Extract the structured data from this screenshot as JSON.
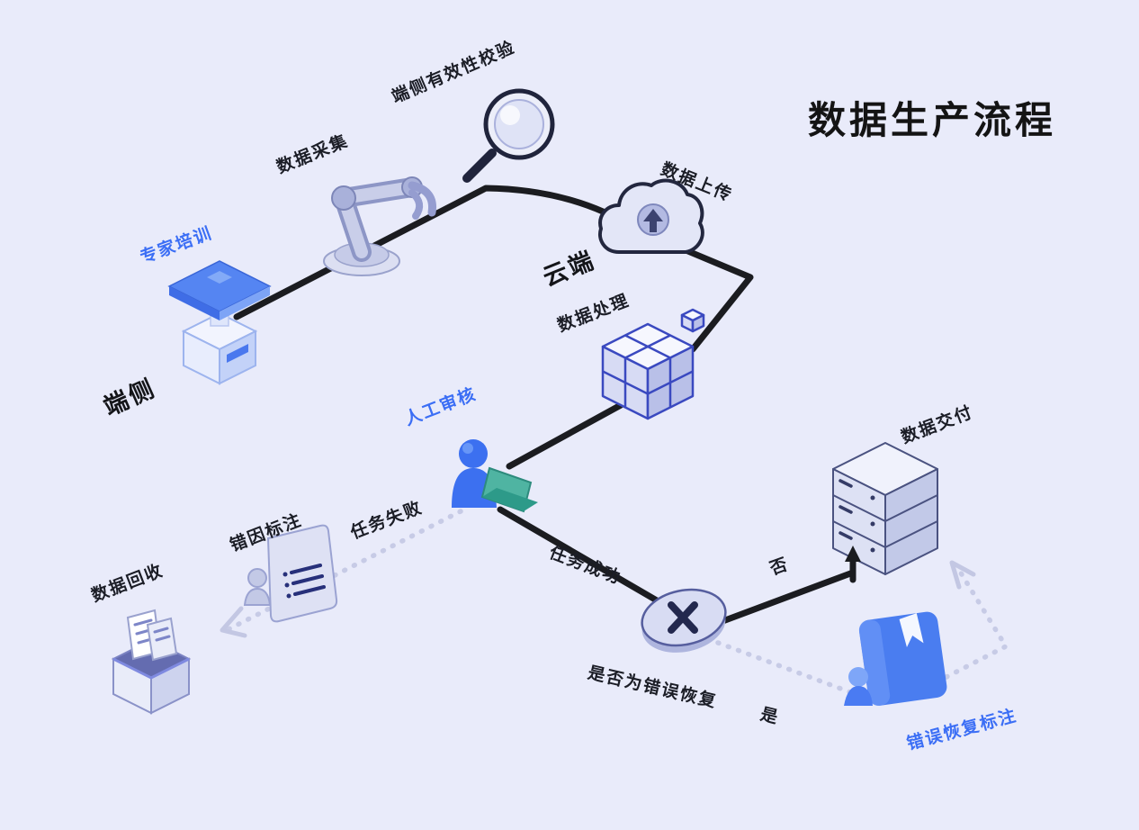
{
  "title": "数据生产流程",
  "labels": {
    "expert_training": "专家培训",
    "device_side": "端侧",
    "data_collection": "数据采集",
    "validity_check": "端侧有效性校验",
    "data_upload": "数据上传",
    "cloud_side": "云端",
    "data_processing": "数据处理",
    "manual_review": "人工审核",
    "task_failed": "任务失败",
    "error_cause_annotation": "错因标注",
    "data_recycle": "数据回收",
    "task_success": "任务成功",
    "decision_question": "是否为错误恢复",
    "no": "否",
    "yes": "是",
    "data_delivery": "数据交付",
    "error_recovery_annotation": "错误恢复标注"
  },
  "icons": [
    "podium-icon",
    "robot-arm-icon",
    "magnifier-icon",
    "cloud-upload-icon",
    "cube-icon",
    "reviewer-laptop-icon",
    "document-person-icon",
    "recycle-box-icon",
    "decision-x-icon",
    "server-icon",
    "book-person-icon"
  ],
  "colors": {
    "background": "#e9ebfa",
    "accent_blue": "#3b6ef5",
    "flow_line": "#1b1c20",
    "dotted_line": "#c7cbe6",
    "text_dark": "#17181c",
    "icon_lavender": "#d7dbf4",
    "icon_blue": "#4a7df0",
    "laptop_teal": "#4fb4a2"
  }
}
